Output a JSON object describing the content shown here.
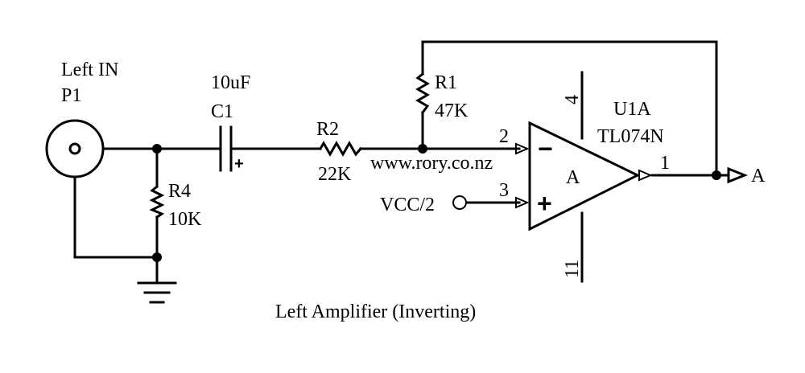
{
  "caption": "Left Amplifier (Inverting)",
  "watermark": "www.rory.co.nz",
  "connector": {
    "label": "Left IN",
    "designator": "P1"
  },
  "capacitor": {
    "value": "10uF",
    "designator": "C1",
    "polarity": "+"
  },
  "resistors": [
    {
      "designator": "R2",
      "value": "22K"
    },
    {
      "designator": "R1",
      "value": "47K"
    },
    {
      "designator": "R4",
      "value": "10K"
    }
  ],
  "opamp": {
    "designator": "U1A",
    "part": "TL074N",
    "section": "A",
    "pins": {
      "inverting": "2",
      "non_inverting": "3",
      "output": "1",
      "vcc": "4",
      "vee": "11"
    },
    "signs": {
      "minus": "−",
      "plus": "+"
    }
  },
  "vcc_half": "VCC/2",
  "output_port": "A",
  "colors": {
    "ink": "#000000",
    "background": "#ffffff"
  }
}
